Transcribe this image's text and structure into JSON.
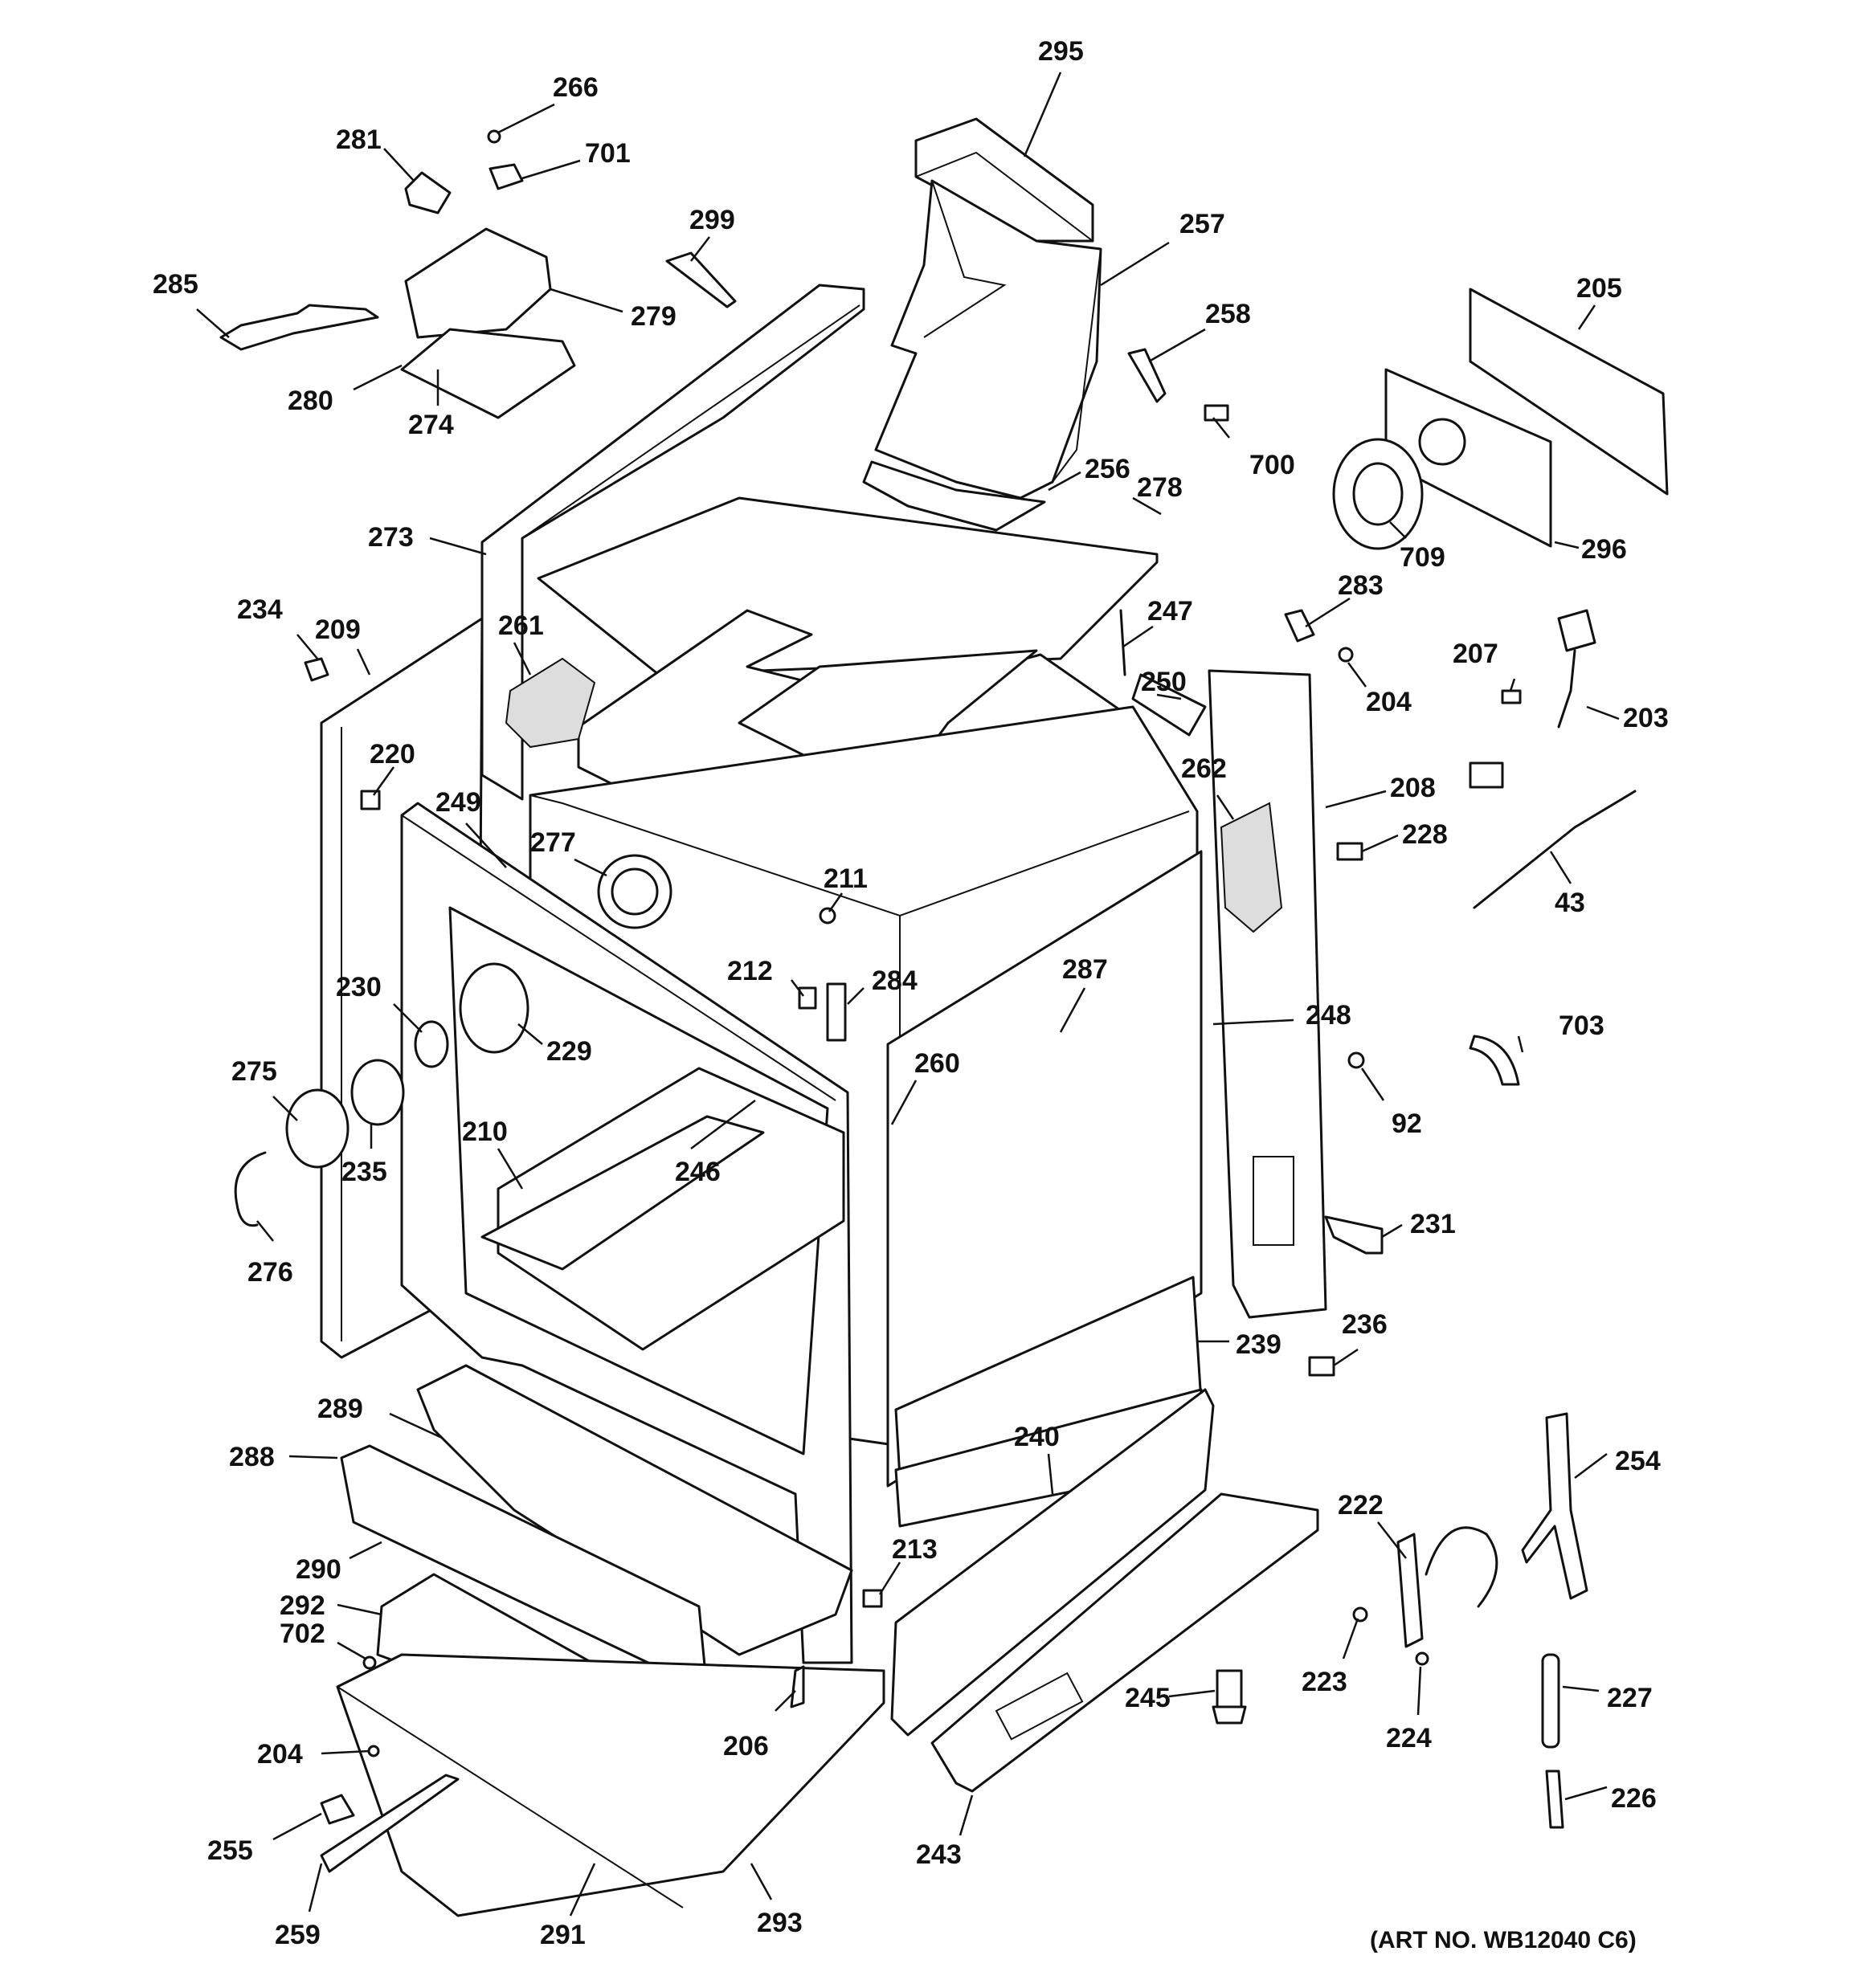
{
  "diagram": {
    "art_number": "(ART NO. WB12040 C6)",
    "callouts": [
      "295",
      "266",
      "281",
      "701",
      "299",
      "257",
      "285",
      "279",
      "258",
      "205",
      "280",
      "274",
      "700",
      "256",
      "278",
      "709",
      "296",
      "273",
      "283",
      "234",
      "209",
      "261",
      "247",
      "250",
      "204",
      "207",
      "203",
      "208",
      "220",
      "249",
      "262",
      "228",
      "277",
      "211",
      "43",
      "212",
      "284",
      "287",
      "230",
      "248",
      "229",
      "703",
      "275",
      "260",
      "92",
      "210",
      "235",
      "246",
      "231",
      "276",
      "236",
      "239",
      "289",
      "240",
      "254",
      "288",
      "222",
      "213",
      "290",
      "292",
      "227",
      "702",
      "245",
      "223",
      "206",
      "224",
      "226",
      "204b",
      "255",
      "243",
      "259",
      "291",
      "293"
    ],
    "labels": {
      "c295": "295",
      "c266": "266",
      "c281": "281",
      "c701": "701",
      "c299": "299",
      "c257": "257",
      "c285": "285",
      "c279": "279",
      "c258": "258",
      "c205": "205",
      "c280": "280",
      "c274": "274",
      "c700": "700",
      "c256": "256",
      "c278": "278",
      "c709": "709",
      "c296": "296",
      "c273": "273",
      "c283": "283",
      "c234": "234",
      "c209": "209",
      "c261": "261",
      "c247": "247",
      "c250": "250",
      "c204": "204",
      "c207": "207",
      "c203": "203",
      "c208": "208",
      "c220": "220",
      "c249": "249",
      "c262": "262",
      "c228": "228",
      "c277": "277",
      "c211": "211",
      "c43": "43",
      "c212": "212",
      "c284": "284",
      "c287": "287",
      "c230": "230",
      "c248": "248",
      "c229": "229",
      "c703": "703",
      "c275": "275",
      "c260": "260",
      "c92": "92",
      "c210": "210",
      "c235": "235",
      "c246": "246",
      "c231": "231",
      "c276": "276",
      "c236": "236",
      "c239": "239",
      "c289": "289",
      "c240": "240",
      "c254": "254",
      "c288": "288",
      "c222": "222",
      "c213": "213",
      "c290": "290",
      "c292": "292",
      "c227": "227",
      "c702": "702",
      "c245": "245",
      "c223": "223",
      "c206": "206",
      "c224": "224",
      "c226": "226",
      "c204b": "204",
      "c255": "255",
      "c243": "243",
      "c259": "259",
      "c291": "291",
      "c293": "293"
    }
  }
}
